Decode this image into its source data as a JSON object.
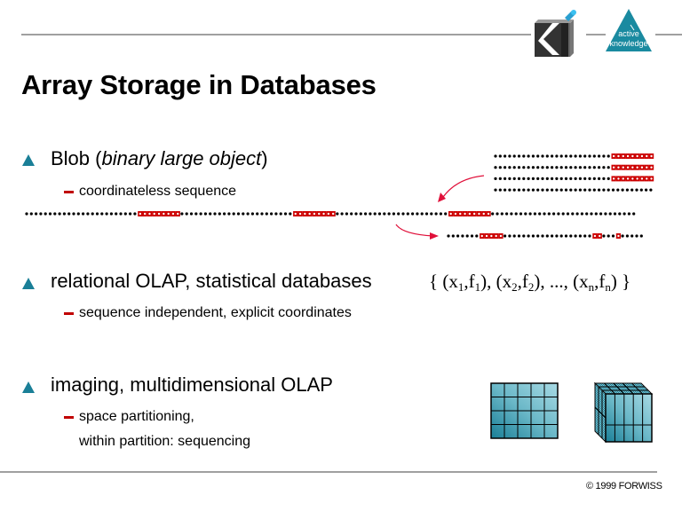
{
  "header": {
    "logo_left": "ki-logo",
    "logo_right_text": [
      "active",
      "knowledge"
    ]
  },
  "title": "Array Storage in Databases",
  "bullets": [
    {
      "text_parts": [
        {
          "text": "Blob (",
          "italic": false
        },
        {
          "text": "binary large object",
          "italic": true
        },
        {
          "text": ")",
          "italic": false
        }
      ],
      "sub": [
        "coordinateless sequence"
      ]
    },
    {
      "text": "relational OLAP, statistical databases",
      "sub": [
        "sequence independent, explicit coordinates"
      ]
    },
    {
      "text": "imaging, multidimensional OLAP",
      "sub": [
        "space partitioning,",
        "within partition: sequencing"
      ]
    }
  ],
  "formula": {
    "open": "{ ",
    "pairs": [
      {
        "x": "x",
        "xi": "1",
        "f": "f",
        "fi": "1"
      },
      {
        "x": "x",
        "xi": "2",
        "f": "f",
        "fi": "2"
      }
    ],
    "ellipsis": "...",
    "last": {
      "x": "x",
      "xi": "n",
      "f": "f",
      "fi": "n"
    },
    "close": " }"
  },
  "colors": {
    "accent_teal": "#1a7f97",
    "dash_red": "#c00000",
    "highlight_red": "#cc0000",
    "arrow_red": "#e0103a",
    "rule_gray": "#a0a0a0"
  },
  "diagram": {
    "blob_matrix_rows": [
      {
        "dots": 25,
        "marks": 9
      },
      {
        "dots": 25,
        "marks": 9
      },
      {
        "dots": 25,
        "marks": 9
      },
      {
        "dots": 34,
        "marks": 0
      }
    ],
    "blob_linear": [
      {
        "type": "dots",
        "n": 24
      },
      {
        "type": "marks",
        "n": 9
      },
      {
        "type": "dots",
        "n": 24
      },
      {
        "type": "marks",
        "n": 9
      },
      {
        "type": "dots",
        "n": 24
      },
      {
        "type": "marks",
        "n": 9
      },
      {
        "type": "dots",
        "n": 31
      }
    ],
    "blob_partial": [
      {
        "type": "dots",
        "n": 7
      },
      {
        "type": "marks",
        "n": 5
      },
      {
        "type": "dots",
        "n": 19
      },
      {
        "type": "marks",
        "n": 2
      },
      {
        "type": "dots",
        "n": 3
      },
      {
        "type": "marks",
        "n": 1
      },
      {
        "type": "dots",
        "n": 5
      }
    ],
    "grid2d": {
      "cols": 5,
      "rows": 4
    },
    "cube3d": {
      "cols": 5,
      "rows": 2,
      "depth": 3
    }
  },
  "footer": {
    "copyright": "© 1999 FORWISS"
  }
}
